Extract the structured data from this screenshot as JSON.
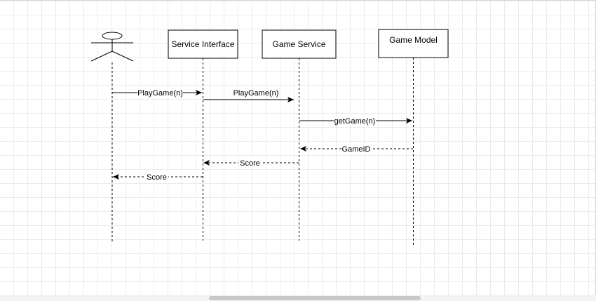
{
  "colors": {
    "line": "#000000",
    "grid": "#ebebeb",
    "box_fill": "#ffffff"
  },
  "participants": [
    {
      "id": "actor",
      "kind": "actor",
      "label": "",
      "icon": "stick-figure-actor-icon"
    },
    {
      "id": "service-interface",
      "kind": "box",
      "label": "Service Interface"
    },
    {
      "id": "game-service",
      "kind": "box",
      "label": "Game Service"
    },
    {
      "id": "game-model",
      "kind": "box",
      "label": "Game Model"
    }
  ],
  "messages": [
    {
      "from": "actor",
      "to": "service-interface",
      "label": "PlayGame(n)",
      "style": "solid"
    },
    {
      "from": "service-interface",
      "to": "game-service",
      "label": "PlayGame(n)",
      "style": "solid"
    },
    {
      "from": "game-service",
      "to": "game-model",
      "label": "getGame(n)",
      "style": "solid"
    },
    {
      "from": "game-model",
      "to": "game-service",
      "label": "GameID",
      "style": "dashed"
    },
    {
      "from": "game-service",
      "to": "service-interface",
      "label": "Score",
      "style": "dashed"
    },
    {
      "from": "service-interface",
      "to": "actor",
      "label": "Score",
      "style": "dashed"
    }
  ]
}
